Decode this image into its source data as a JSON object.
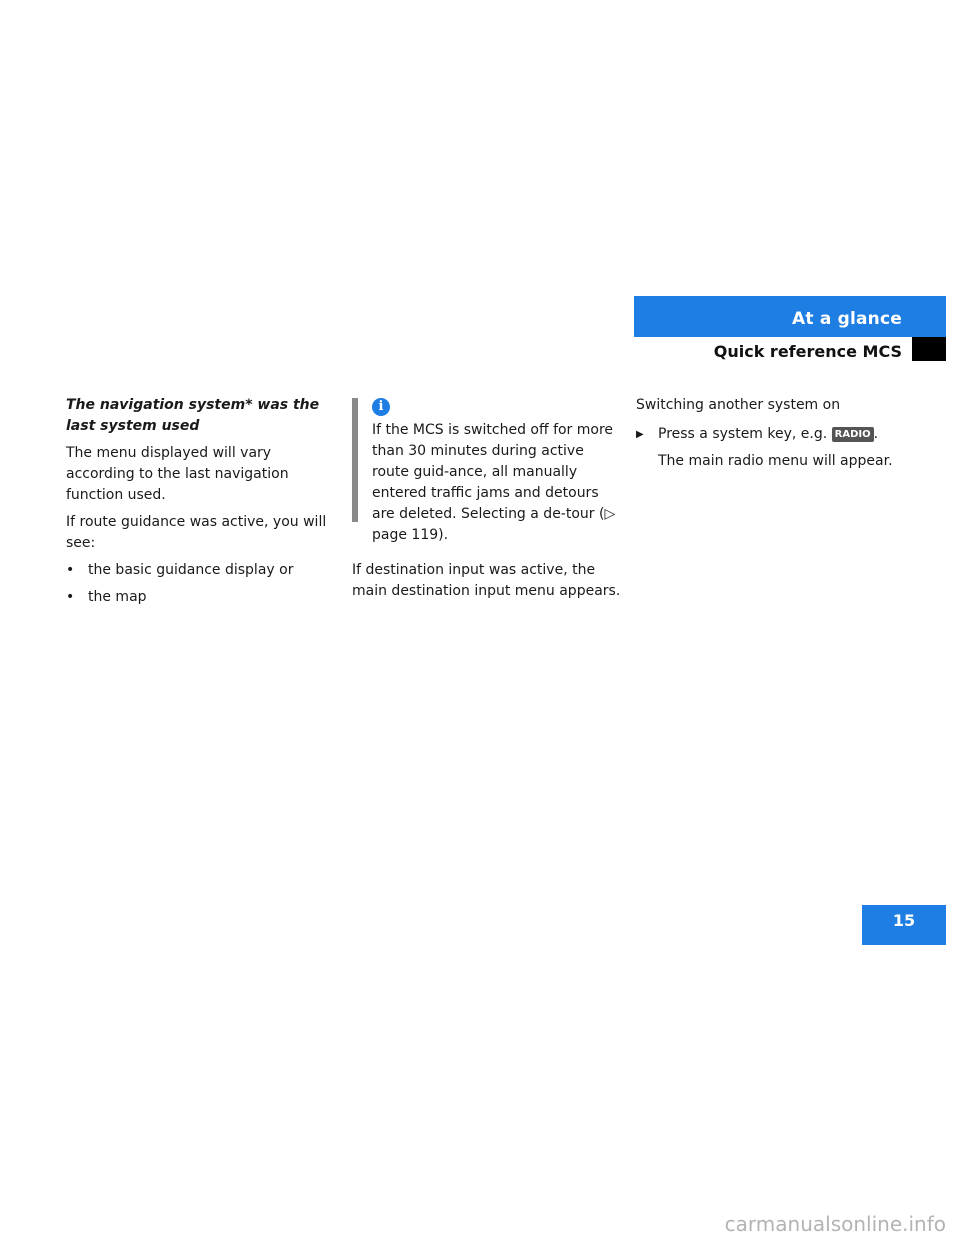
{
  "header": {
    "section": "At a glance",
    "subsection": "Quick reference MCS"
  },
  "col1": {
    "heading": "The navigation system* was the last system used",
    "p1": "The menu displayed will vary according to the last navigation function used.",
    "p2": "If route guidance was active, you will see:",
    "bullets": [
      "the basic guidance display or",
      "the map"
    ]
  },
  "col2": {
    "note_icon": "info-icon",
    "note_text": "If the MCS is switched off for more than 30 minutes during active route guid-ance, all manually entered traffic jams and detours are deleted. Selecting a de-tour (▷ page 119).",
    "p1": "If destination input was active, the main destination input menu appears."
  },
  "col3": {
    "heading": "Switching another system on",
    "step_prefix": "Press a system key, e.g.",
    "key_label": "RADIO",
    "step_suffix": ".",
    "result": "The main radio menu will appear."
  },
  "page_number": "15",
  "watermark": "carmanualsonline.info",
  "colors": {
    "accent": "#1e7ee3",
    "note_bar": "#8a8a8a"
  }
}
